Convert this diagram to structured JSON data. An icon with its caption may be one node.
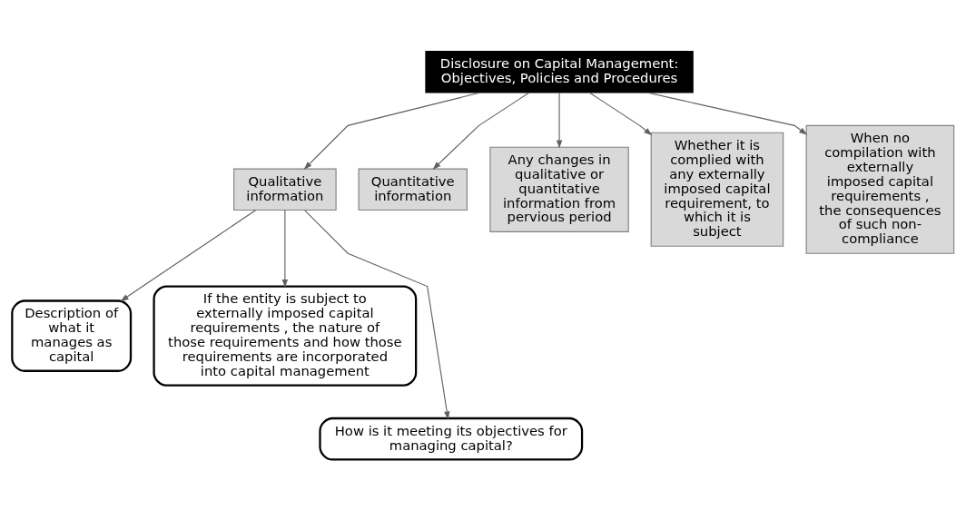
{
  "diagram": {
    "nodes": [
      {
        "text": [
          "Disclosure on Capital Management: Objectives, Policies and Procedures"
        ]
      },
      {
        "text": [
          "Qualitative information"
        ]
      },
      {
        "text": [
          "Quantitative information"
        ]
      },
      {
        "text": [
          "Any changes in qualitative or quantitative information from pervious period"
        ]
      },
      {
        "text": [
          "Whether it is complied with any externally imposed capital requirement, to which it is subject"
        ]
      },
      {
        "text": [
          "When no compilation with externally imposed capital requirements , the consequences of such non-compliance"
        ]
      },
      {
        "text": [
          "Description of what it manages as capital"
        ]
      },
      {
        "text": [
          "If the entity is subject to externally imposed capital requirements , the nature of those requirements and how those requirements are incorporated into capital management"
        ]
      },
      {
        "text": [
          "How is it meeting its objectives for managing capital?"
        ]
      }
    ],
    "edges": [
      {
        "from": 0,
        "to": 1,
        "arrow": "to"
      },
      {
        "from": 0,
        "to": 2,
        "arrow": "to"
      },
      {
        "from": 0,
        "to": 3,
        "arrow": "to"
      },
      {
        "from": 0,
        "to": 4,
        "arrow": "to"
      },
      {
        "from": 0,
        "to": 5,
        "arrow": "to"
      },
      {
        "from": 1,
        "to": 6,
        "arrow": "to"
      },
      {
        "from": 1,
        "to": 7,
        "arrow": "to"
      },
      {
        "from": 1,
        "to": 8,
        "arrow": "to"
      }
    ]
  }
}
